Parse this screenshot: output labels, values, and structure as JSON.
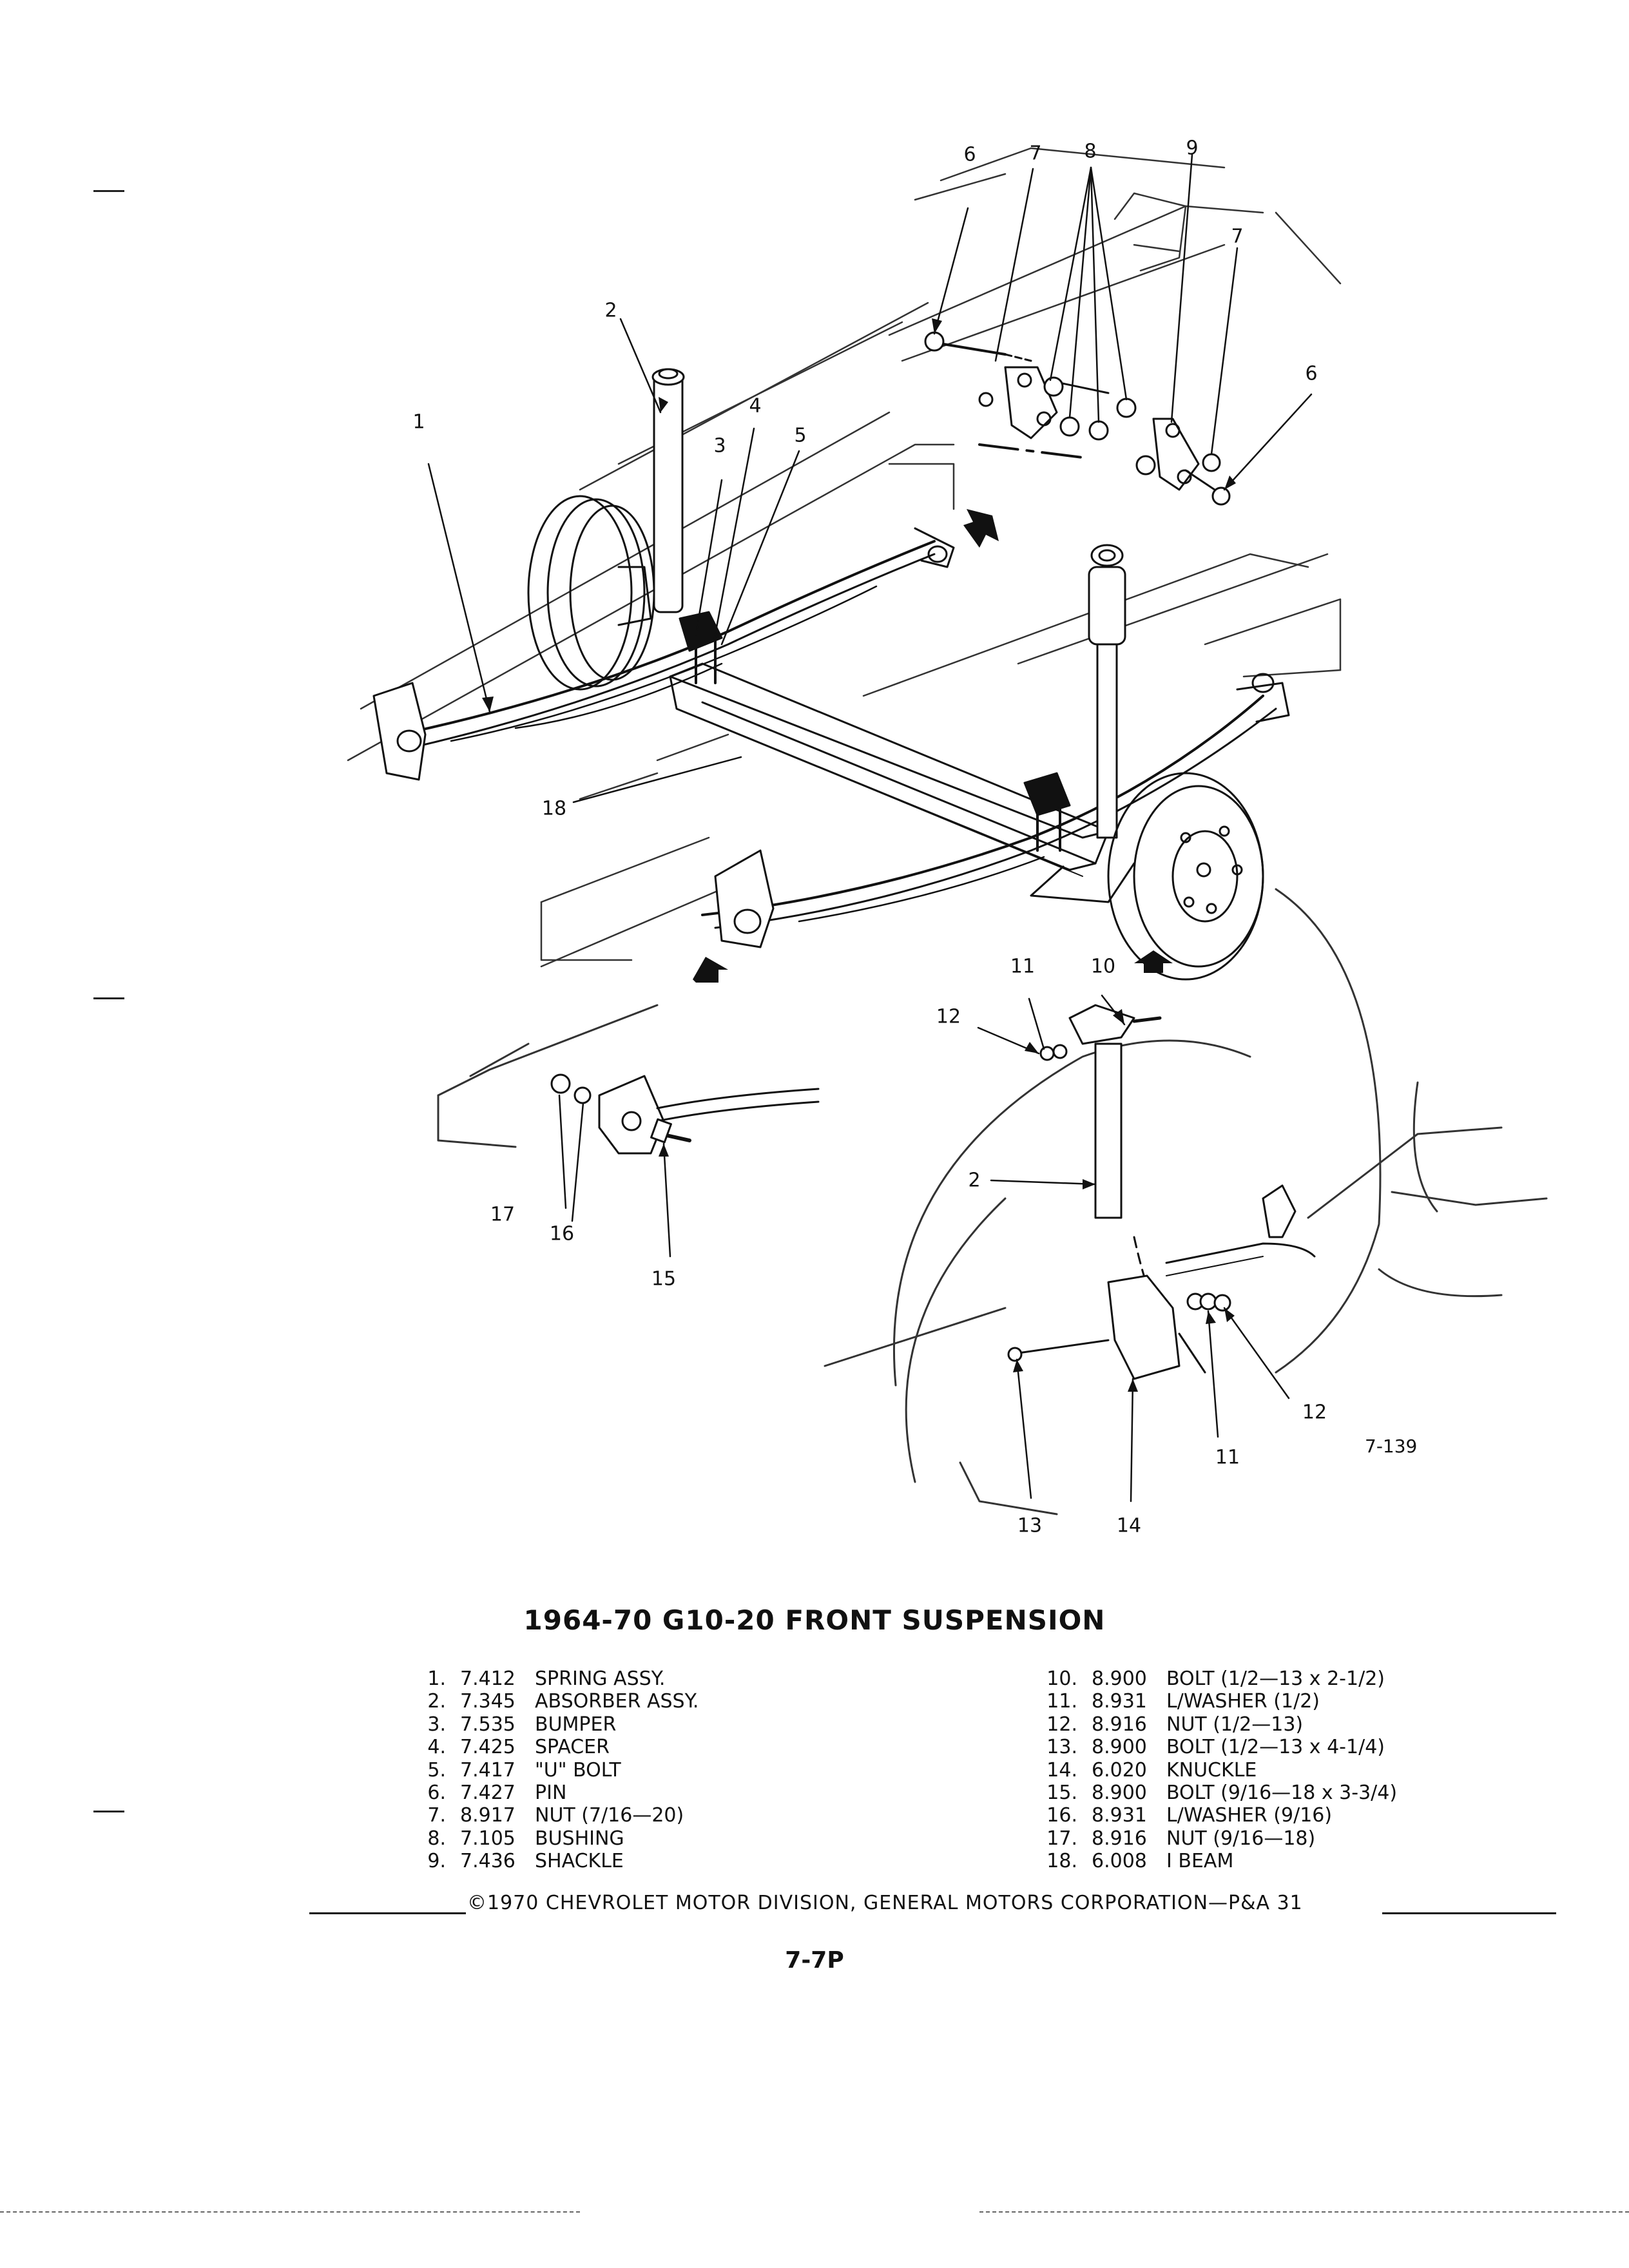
{
  "figure_ref": "7-139",
  "title": "1964-70 G10-20 FRONT SUSPENSION",
  "callouts": {
    "c1": "1",
    "c2": "2",
    "c2b": "2",
    "c3": "3",
    "c4": "4",
    "c5": "5",
    "c6": "6",
    "c6b": "6",
    "c7": "7",
    "c7b": "7",
    "c8": "8",
    "c9": "9",
    "c10": "10",
    "c11": "11",
    "c11b": "11",
    "c12": "12",
    "c12b": "12",
    "c13": "13",
    "c14": "14",
    "c15": "15",
    "c16": "16",
    "c17": "17",
    "c18": "18"
  },
  "parts_left": [
    {
      "num": "1.",
      "code": "7.412",
      "desc": "SPRING ASSY."
    },
    {
      "num": "2.",
      "code": "7.345",
      "desc": "ABSORBER ASSY."
    },
    {
      "num": "3.",
      "code": "7.535",
      "desc": "BUMPER"
    },
    {
      "num": "4.",
      "code": "7.425",
      "desc": "SPACER"
    },
    {
      "num": "5.",
      "code": "7.417",
      "desc": "\"U\" BOLT"
    },
    {
      "num": "6.",
      "code": "7.427",
      "desc": "PIN"
    },
    {
      "num": "7.",
      "code": "8.917",
      "desc": "NUT (7/16—20)"
    },
    {
      "num": "8.",
      "code": "7.105",
      "desc": "BUSHING"
    },
    {
      "num": "9.",
      "code": "7.436",
      "desc": "SHACKLE"
    }
  ],
  "parts_right": [
    {
      "num": "10.",
      "code": "8.900",
      "desc": "BOLT (1/2—13 x 2-1/2)"
    },
    {
      "num": "11.",
      "code": "8.931",
      "desc": "L/WASHER (1/2)"
    },
    {
      "num": "12.",
      "code": "8.916",
      "desc": "NUT (1/2—13)"
    },
    {
      "num": "13.",
      "code": "8.900",
      "desc": "BOLT (1/2—13 x 4-1/4)"
    },
    {
      "num": "14.",
      "code": "6.020",
      "desc": "KNUCKLE"
    },
    {
      "num": "15.",
      "code": "8.900",
      "desc": "BOLT (9/16—18 x 3-3/4)"
    },
    {
      "num": "16.",
      "code": "8.931",
      "desc": "L/WASHER (9/16)"
    },
    {
      "num": "17.",
      "code": "8.916",
      "desc": "NUT (9/16—18)"
    },
    {
      "num": "18.",
      "code": "6.008",
      "desc": "I BEAM"
    }
  ],
  "copyright": "©1970 CHEVROLET MOTOR DIVISION, GENERAL MOTORS CORPORATION—P&A 31",
  "page_number": "7-7P"
}
